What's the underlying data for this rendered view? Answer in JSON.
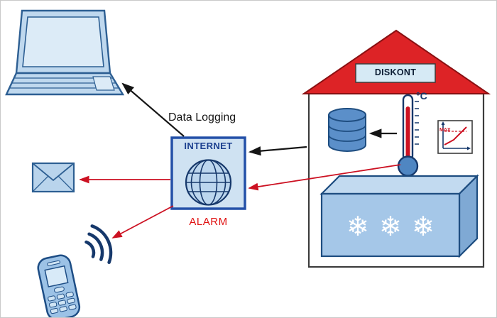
{
  "labels": {
    "data_logging": "Data Logging",
    "internet": "INTERNET",
    "alarm": "ALARM",
    "diskont": "DISKONT",
    "temperature_unit": "°C",
    "max": "MAX"
  },
  "icons": {
    "snowflake_glyph": "❄",
    "laptop": "laptop-icon",
    "email": "email-icon",
    "mobile_phone": "mobile-phone-icon",
    "signal_waves": "signal-waves-icon",
    "internet_globe": "internet-globe-icon",
    "database": "database-icon",
    "thermometer": "thermometer-icon",
    "max_chart": "max-chart-icon",
    "freezer": "freezer-icon",
    "house": "house-shape"
  },
  "colors": {
    "roof_red": "#dd2326",
    "arrow_red": "#cc1122",
    "alarm_text": "#e01111",
    "arrow_black": "#151515",
    "blue_outline": "#1e4d80",
    "blue_dark_text": "#16386b",
    "internet_border": "#2350a8",
    "fill_light_blue": "#cfe2f2",
    "fill_mid_blue": "#a5c7e8",
    "db_blue": "#5b8fc9",
    "house_outline": "#3c3c3c",
    "background": "#ffffff"
  },
  "connections": [
    {
      "from": "internet",
      "to": "laptop",
      "style": "black",
      "label": "Data Logging"
    },
    {
      "from": "house",
      "to": "internet",
      "style": "black",
      "label": ""
    },
    {
      "from": "thermometer",
      "to": "database",
      "style": "black",
      "label": ""
    },
    {
      "from": "thermometer",
      "to": "internet",
      "style": "red-alarm",
      "label": ""
    },
    {
      "from": "internet",
      "to": "email",
      "style": "red-alarm",
      "label": ""
    },
    {
      "from": "internet",
      "to": "mobile-phone",
      "style": "red-alarm",
      "label": ""
    }
  ]
}
